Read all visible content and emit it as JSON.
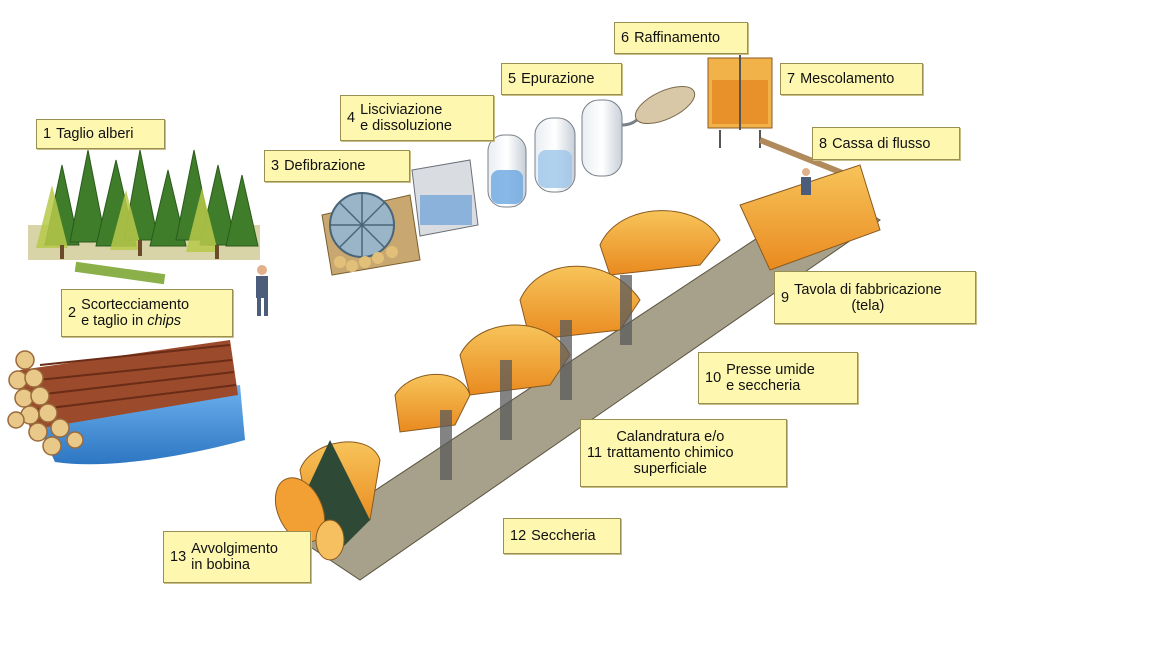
{
  "steps": [
    {
      "n": "1",
      "line1": "Taglio alberi",
      "line2": ""
    },
    {
      "n": "2",
      "line1": "Scortecciamento",
      "line2a": "e taglio in ",
      "line2b": "chips"
    },
    {
      "n": "3",
      "line1": "Defibrazione",
      "line2": ""
    },
    {
      "n": "4",
      "line1": "Lisciviazione",
      "line2": "e dissoluzione"
    },
    {
      "n": "5",
      "line1": "Epurazione",
      "line2": ""
    },
    {
      "n": "6",
      "line1": "Raffinamento",
      "line2": ""
    },
    {
      "n": "7",
      "line1": "Mescolamento",
      "line2": ""
    },
    {
      "n": "8",
      "line1": "Cassa di flusso",
      "line2": ""
    },
    {
      "n": "9",
      "line1": "Tavola di fabbricazione",
      "line2": "(tela)"
    },
    {
      "n": "10",
      "line1": "Presse umide",
      "line2": "e seccheria"
    },
    {
      "n": "11",
      "line1": "Calandratura e/o",
      "line2": "trattamento chimico",
      "line3": "superficiale"
    },
    {
      "n": "12",
      "line1": "Seccheria",
      "line2": ""
    },
    {
      "n": "13",
      "line1": "Avvolgimento",
      "line2": "in bobina"
    }
  ],
  "colors": {
    "label_bg": "#fdf7b0",
    "paper": "#f3a93a",
    "forest": "#3f7d2a",
    "water": "#3e8fd8",
    "wood": "#9b4a2c"
  }
}
